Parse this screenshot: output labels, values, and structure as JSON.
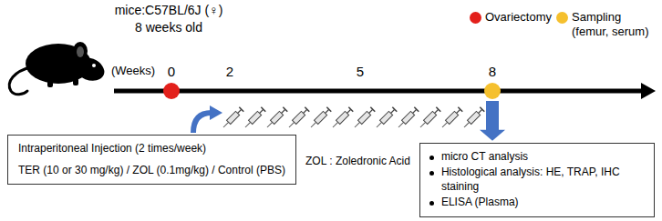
{
  "diagram": {
    "nodes": [
      {
        "text": [
          "Intraperitoneal Injection (2 times/week)",
          "TER (10 or 30 mg/kg) / ZOL (0.1mg/kg) / Control (PBS)"
        ]
      },
      {
        "text": [
          "micro CT analysis",
          "Histological analysis: HE, TRAP, IHC staining",
          "ELISA (Plasma)"
        ]
      }
    ],
    "labels": [
      "mice:C57BL/6J (♀)",
      "8 weeks old",
      "(Weeks)",
      "0",
      "2",
      "5",
      "8",
      "ZOL : Zoledronic Acid"
    ],
    "legend": [
      {
        "text": "Ovariectomy",
        "color": "#e3201b"
      },
      {
        "text": "Sampling (femur, serum)",
        "color": "#f5c02e"
      }
    ]
  }
}
